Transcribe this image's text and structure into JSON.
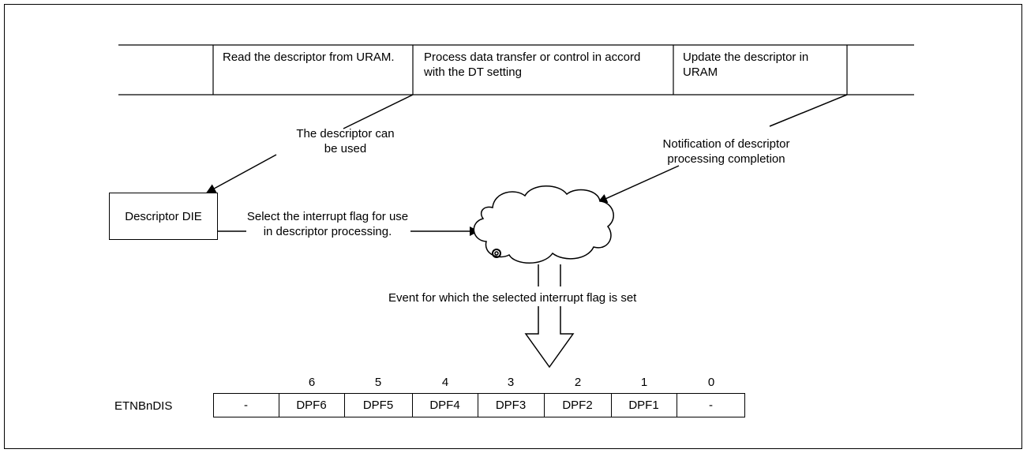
{
  "steps": [
    "Read the descriptor from URAM.",
    "Process data transfer or control in accord with the DT setting",
    "Update the descriptor in URAM"
  ],
  "labels": {
    "descriptor_usable": "The descriptor can be used",
    "notification": "Notification of descriptor processing completion",
    "descriptor_box": "Descriptor DIE",
    "select_flag": "Select the interrupt flag for use in descriptor processing.",
    "event": "Event for which the selected interrupt flag is set"
  },
  "register": {
    "name": "ETNBnDIS",
    "bits": [
      {
        "num": "",
        "field": "-"
      },
      {
        "num": "6",
        "field": "DPF6"
      },
      {
        "num": "5",
        "field": "DPF5"
      },
      {
        "num": "4",
        "field": "DPF4"
      },
      {
        "num": "3",
        "field": "DPF3"
      },
      {
        "num": "2",
        "field": "DPF2"
      },
      {
        "num": "1",
        "field": "DPF1"
      },
      {
        "num": "0",
        "field": "-"
      }
    ]
  }
}
